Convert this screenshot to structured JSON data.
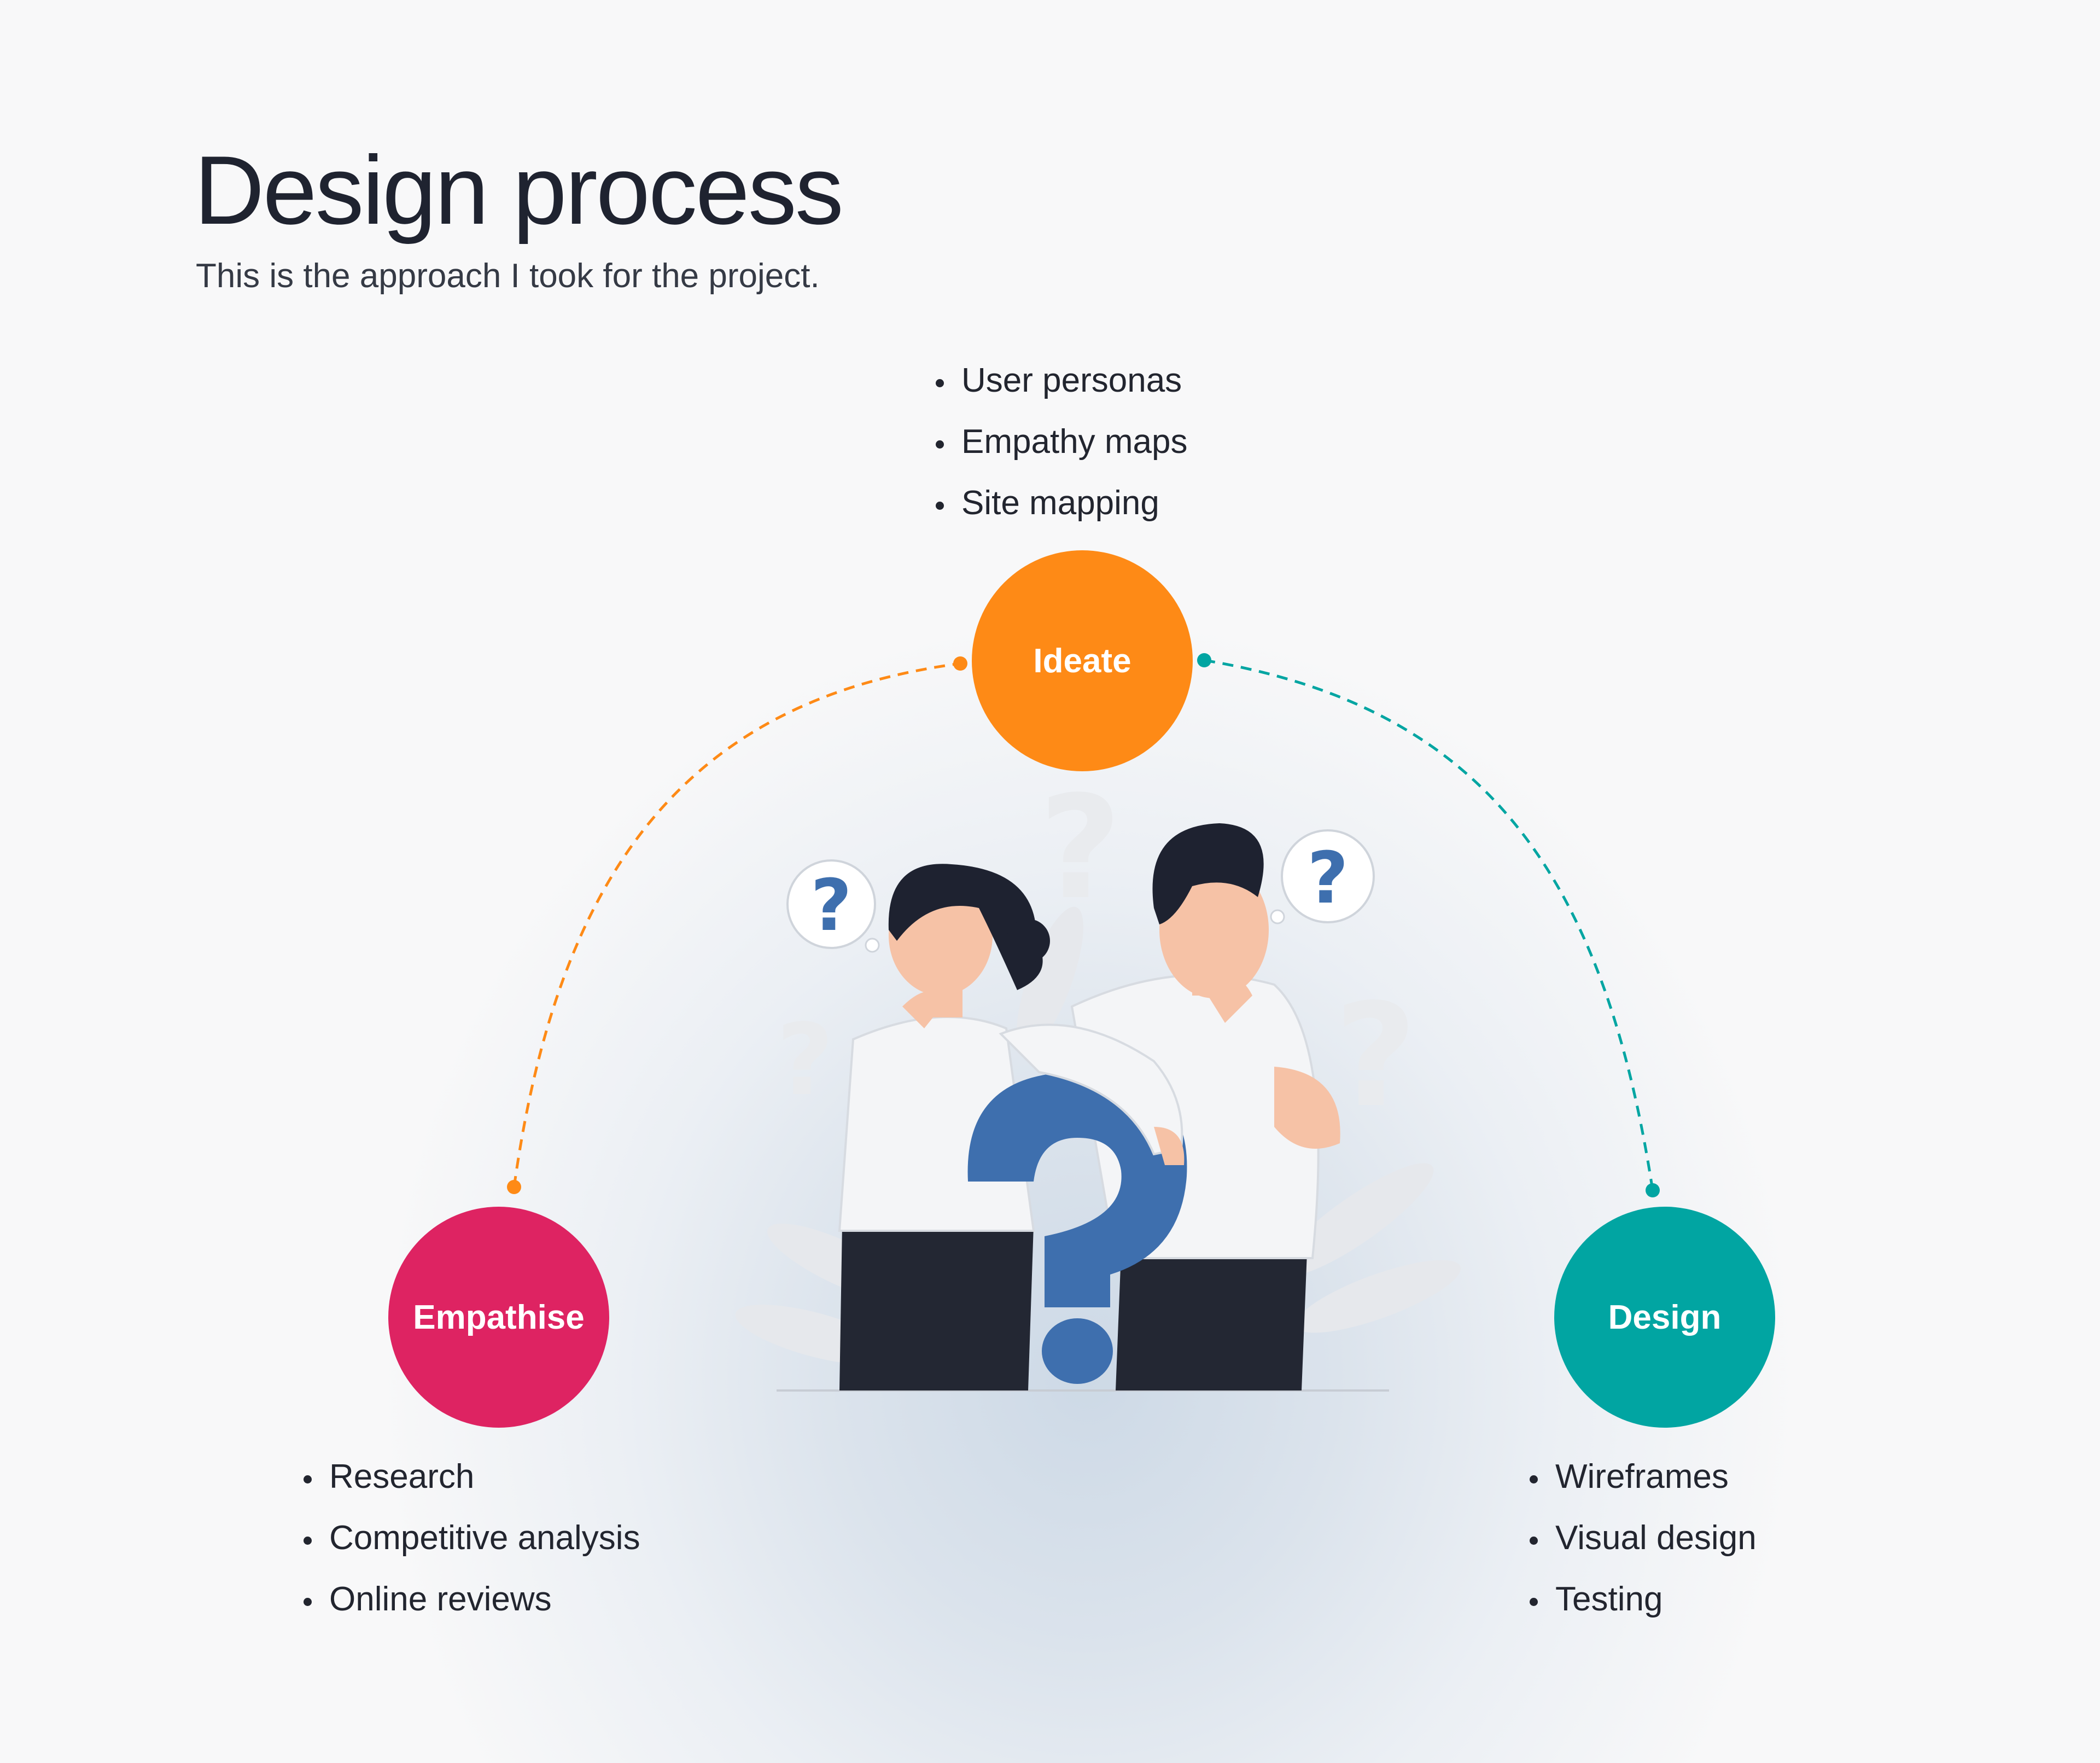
{
  "header": {
    "title": "Design process",
    "subtitle": "This is the approach I took for the project."
  },
  "steps": [
    {
      "id": "empathise",
      "label": "Empathise",
      "color": "#de2362",
      "items": [
        "Research",
        "Competitive analysis",
        "Online reviews"
      ]
    },
    {
      "id": "ideate",
      "label": "Ideate",
      "color": "#fe8a16",
      "items": [
        "User personas",
        "Empathy maps",
        "Site mapping"
      ]
    },
    {
      "id": "design",
      "label": "Design",
      "color": "#01a5a2",
      "items": [
        "Wireframes",
        "Visual design",
        "Testing"
      ]
    }
  ],
  "connectors": [
    {
      "from": "empathise",
      "to": "ideate",
      "style": "dashed",
      "color": "#fe8a16"
    },
    {
      "from": "ideate",
      "to": "design",
      "style": "dashed",
      "color": "#01a5a2"
    }
  ],
  "illustration": {
    "subject": "two-people-thinking-with-question-mark",
    "accent": "#3e6fae"
  }
}
